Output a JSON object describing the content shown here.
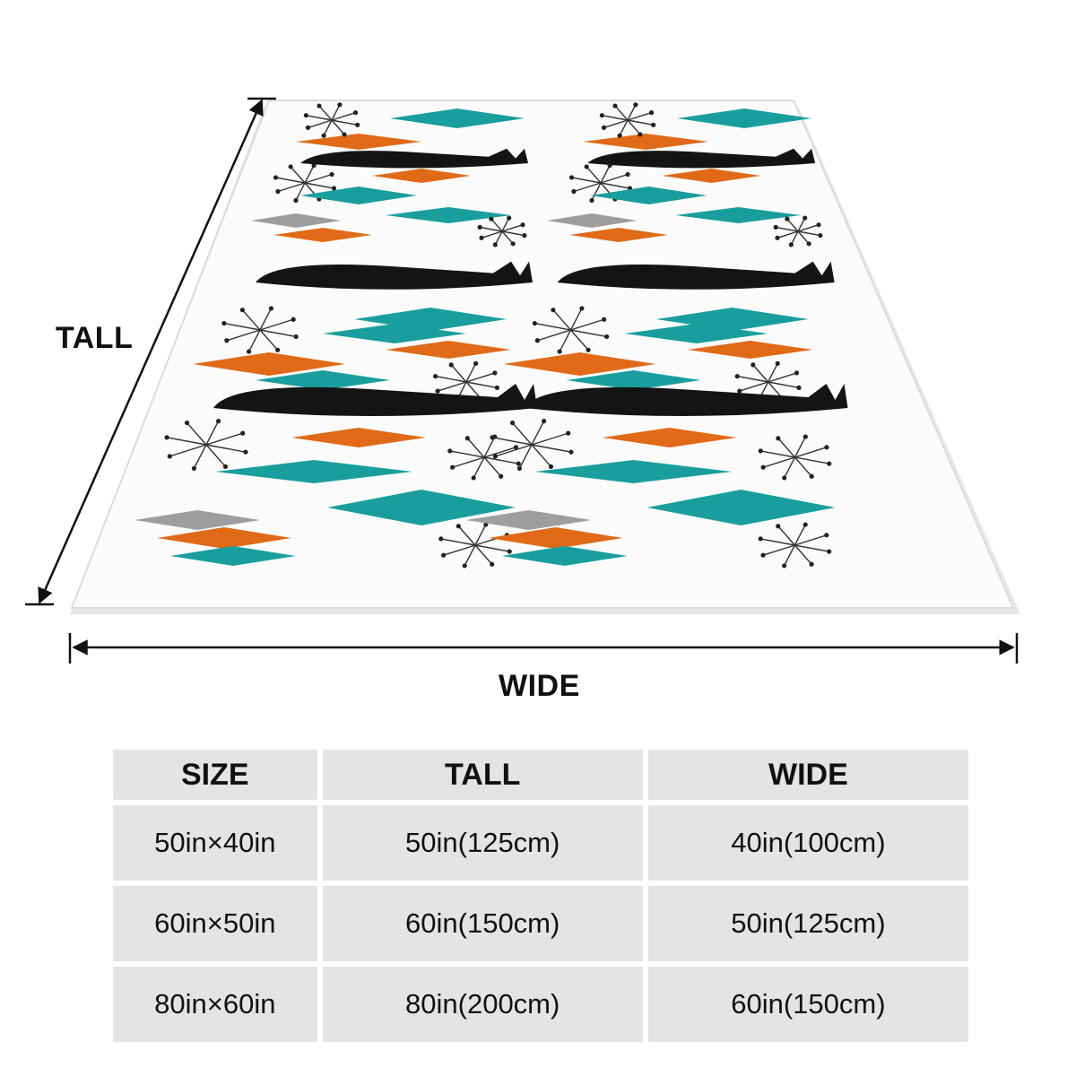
{
  "labels": {
    "tall": "TALL",
    "wide": "WIDE"
  },
  "colors": {
    "teal": "#1a9e9d",
    "orange": "#e06a18",
    "gray": "#9e9e9e",
    "black": "#141414",
    "blanket": "#fbfbfb",
    "table_cell": "#e4e4e4"
  },
  "table": {
    "headers": [
      "SIZE",
      "TALL",
      "WIDE"
    ],
    "rows": [
      [
        "50in×40in",
        "50in(125cm)",
        "40in(100cm)"
      ],
      [
        "60in×50in",
        "60in(150cm)",
        "50in(125cm)"
      ],
      [
        "80in×60in",
        "80in(200cm)",
        "60in(150cm)"
      ]
    ]
  }
}
